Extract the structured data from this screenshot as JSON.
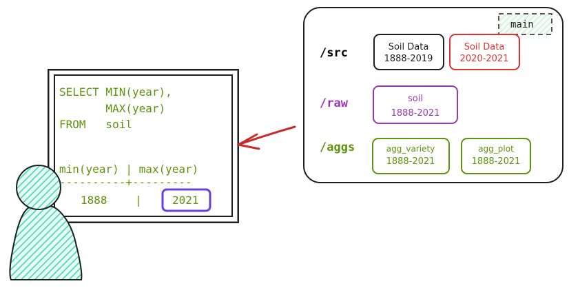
{
  "terminal": {
    "query_line1": "SELECT MIN(year),",
    "query_line2": "       MAX(year)",
    "query_line3": "FROM   soil",
    "result_header": "min(year) | max(year)",
    "result_separator": "----------+---------",
    "result_min": "1888",
    "result_pipe": "|",
    "result_max": "2021",
    "text_color": "#5c940d",
    "highlight_color": "#6741d9"
  },
  "repo": {
    "branch_label": "main",
    "rows": [
      {
        "path": "/src",
        "path_color": "#000000",
        "items": [
          {
            "line1": "Soil Data",
            "line2": "1888-2019",
            "color": "#1e1e1e"
          },
          {
            "line1": "Soil Data",
            "line2": "2020-2021",
            "color": "#e03131"
          }
        ]
      },
      {
        "path": "/raw",
        "path_color": "#9c36b5",
        "items": [
          {
            "line1": "soil",
            "line2": "1888-2021",
            "color": "#9c36b5"
          }
        ]
      },
      {
        "path": "/aggs",
        "path_color": "#5c940d",
        "items": [
          {
            "line1": "agg_variety",
            "line2": "1888-2021",
            "color": "#5c940d"
          },
          {
            "line1": "agg_plot",
            "line2": "1888-2021",
            "color": "#5c940d"
          }
        ]
      }
    ]
  },
  "colors": {
    "arrow": "#c92a2a",
    "person_fill": "#38d9a9",
    "person_stroke": "#1e1e1e",
    "frame_stroke": "#1e1e1e"
  },
  "icons": {
    "person": "person-icon",
    "arrow": "arrow-left-icon"
  }
}
